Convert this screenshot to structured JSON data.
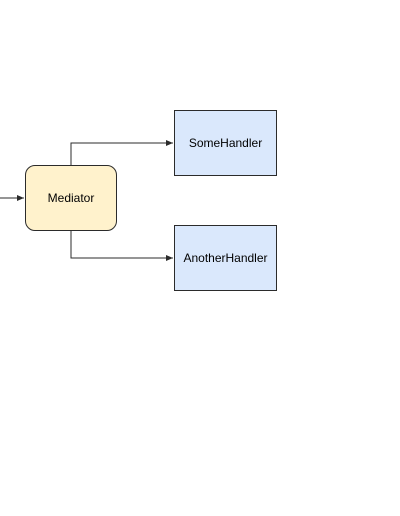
{
  "diagram": {
    "nodes": {
      "mediator": {
        "label": "Mediator",
        "fill": "#fff2cc"
      },
      "some_handler": {
        "label": "SomeHandler",
        "fill": "#dae8fc"
      },
      "another_handler": {
        "label": "AnotherHandler",
        "fill": "#dae8fc"
      }
    },
    "edges": [
      {
        "from": "(off-canvas left)",
        "to": "mediator"
      },
      {
        "from": "mediator",
        "to": "some_handler"
      },
      {
        "from": "mediator",
        "to": "another_handler"
      }
    ],
    "colors": {
      "stroke": "#2b2b2b",
      "background": "#ffffff"
    }
  }
}
